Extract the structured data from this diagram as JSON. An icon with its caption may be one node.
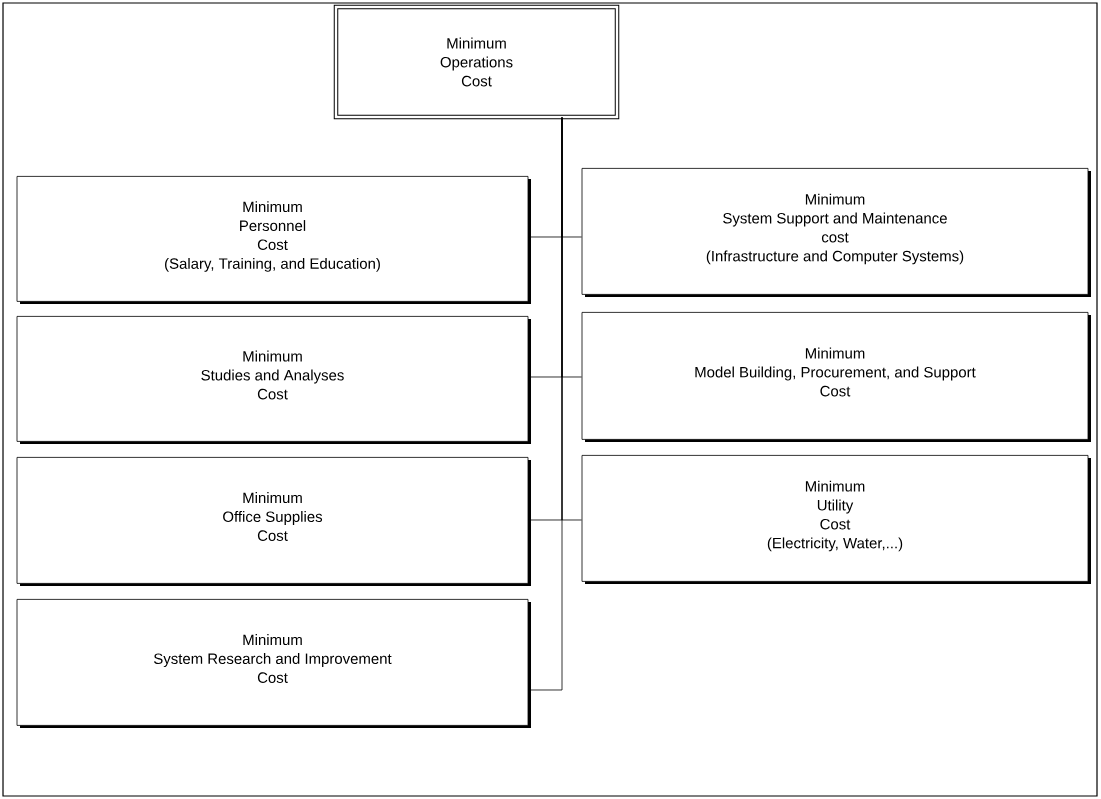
{
  "diagram": {
    "nodes": [
      {
        "text": [
          "Minimum",
          "Operations",
          "Cost"
        ]
      },
      {
        "text": [
          "Minimum",
          "Personnel",
          "Cost",
          "(Salary, Training, and Education)"
        ]
      },
      {
        "text": [
          "Minimum",
          "System Support and Maintenance",
          "cost",
          "(Infrastructure and Computer Systems)"
        ]
      },
      {
        "text": [
          "Minimum",
          "Studies and Analyses",
          "Cost"
        ]
      },
      {
        "text": [
          "Minimum",
          "Model Building, Procurement, and Support",
          "Cost"
        ]
      },
      {
        "text": [
          "Minimum",
          "Office Supplies",
          "Cost"
        ]
      },
      {
        "text": [
          "Minimum",
          "Utility",
          "Cost",
          "(Electricity, Water,...)"
        ]
      },
      {
        "text": [
          "Minimum",
          "System Research and Improvement",
          "Cost"
        ]
      }
    ],
    "edges": [
      {
        "from": 0,
        "to": 1,
        "arrow": "none"
      },
      {
        "from": 0,
        "to": 2,
        "arrow": "none"
      },
      {
        "from": 0,
        "to": 3,
        "arrow": "none"
      },
      {
        "from": 0,
        "to": 4,
        "arrow": "none"
      },
      {
        "from": 0,
        "to": 5,
        "arrow": "none"
      },
      {
        "from": 0,
        "to": 6,
        "arrow": "none"
      },
      {
        "from": 0,
        "to": 7,
        "arrow": "none"
      }
    ]
  }
}
